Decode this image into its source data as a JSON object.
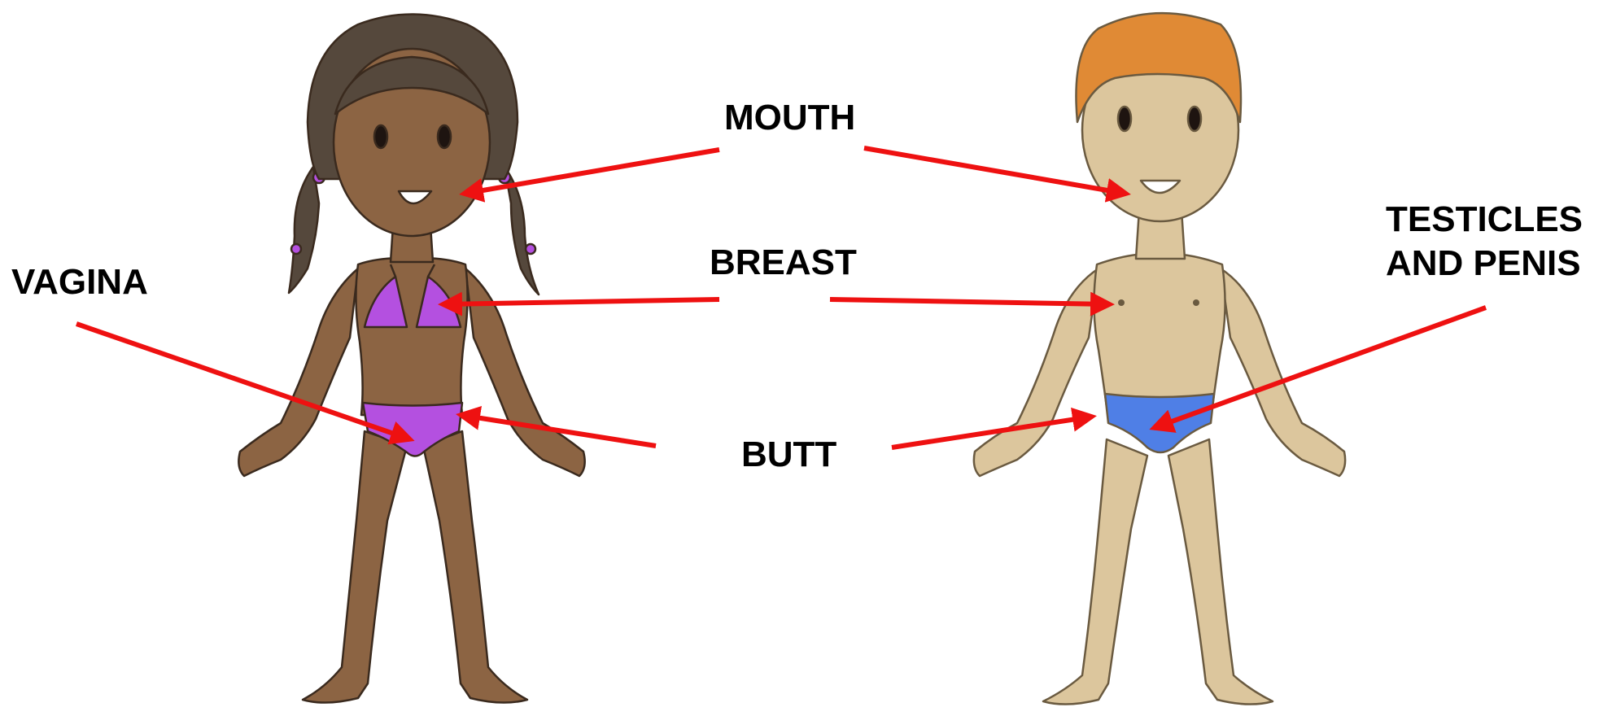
{
  "labels": {
    "mouth": "MOUTH",
    "breast": "BREAST",
    "butt": "BUTT",
    "vagina": "VAGINA",
    "testicles_line1": "TESTICLES",
    "testicles_line2": "AND PENIS"
  },
  "colors": {
    "arrow": "#ee1111",
    "girl_skin": "#8c6443",
    "girl_hair": "#55483c",
    "girl_swimsuit": "#b450e0",
    "boy_skin": "#dcc69d",
    "boy_hair": "#e08a35",
    "boy_briefs": "#4f7fe6",
    "outline": "#3a2a1e"
  }
}
